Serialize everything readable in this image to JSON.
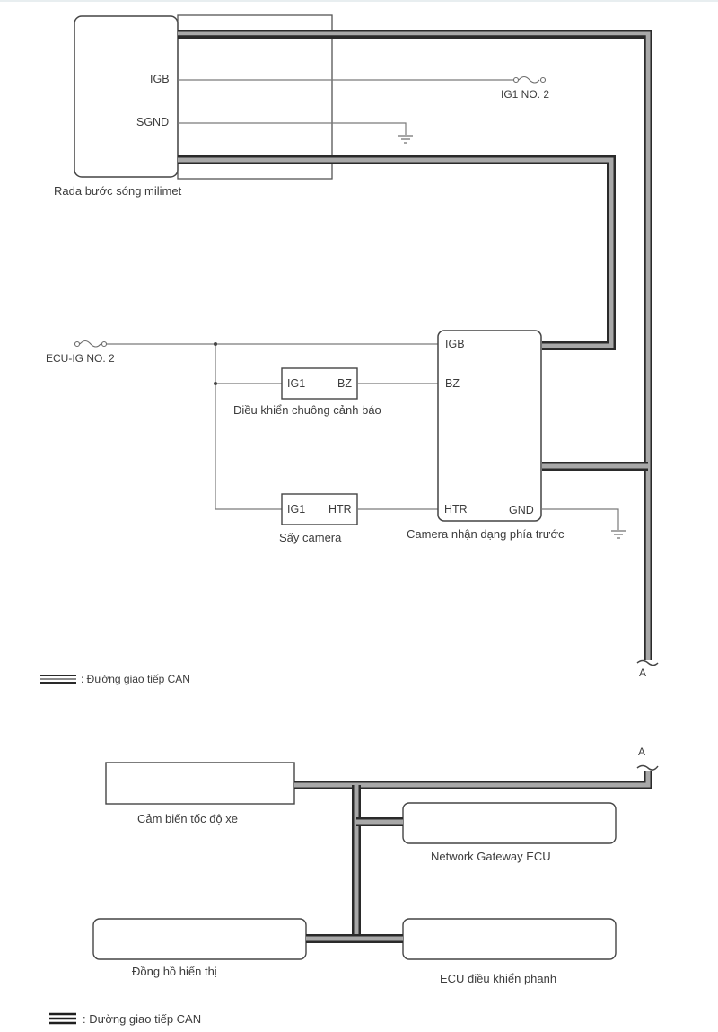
{
  "diagram": {
    "top_section": {
      "radar": {
        "label": "Rada bước sóng milimet",
        "pins": {
          "igb": "IGB",
          "sgnd": "SGND"
        }
      },
      "fuse_ig1": {
        "label": "IG1 NO. 2",
        "icon": "fuse-icon"
      },
      "fuse_ecu_ig": {
        "label": "ECU-IG NO. 2",
        "icon": "fuse-icon"
      },
      "buzzer_control": {
        "label": "Điều khiển chuông cảnh báo",
        "pins": {
          "ig1": "IG1",
          "bz": "BZ"
        }
      },
      "camera_heater": {
        "label": "Sấy camera",
        "pins": {
          "ig1": "IG1",
          "htr": "HTR"
        }
      },
      "front_camera": {
        "label": "Camera nhận dạng phía trước",
        "pins": {
          "igb": "IGB",
          "bz": "BZ",
          "htr": "HTR",
          "gnd": "GND"
        }
      },
      "connector_label": "A",
      "legend": {
        "symbol": "can-line-icon",
        "text": ": Đường giao tiếp CAN"
      }
    },
    "bottom_section": {
      "connector_label": "A",
      "modules": [
        {
          "label": "Cảm biến tốc độ xe"
        },
        {
          "label": "Network Gateway ECU"
        },
        {
          "label": "Đồng hồ hiển thị"
        },
        {
          "label": "ECU điều khiển phanh"
        }
      ],
      "legend": {
        "symbol": "can-line-icon",
        "text": ": Đường giao tiếp CAN"
      }
    },
    "colors": {
      "line": "#6b6b6b",
      "can_dark": "#2a2a2a",
      "can_light": "#a8a8a8",
      "text": "#3c3c3c"
    }
  }
}
